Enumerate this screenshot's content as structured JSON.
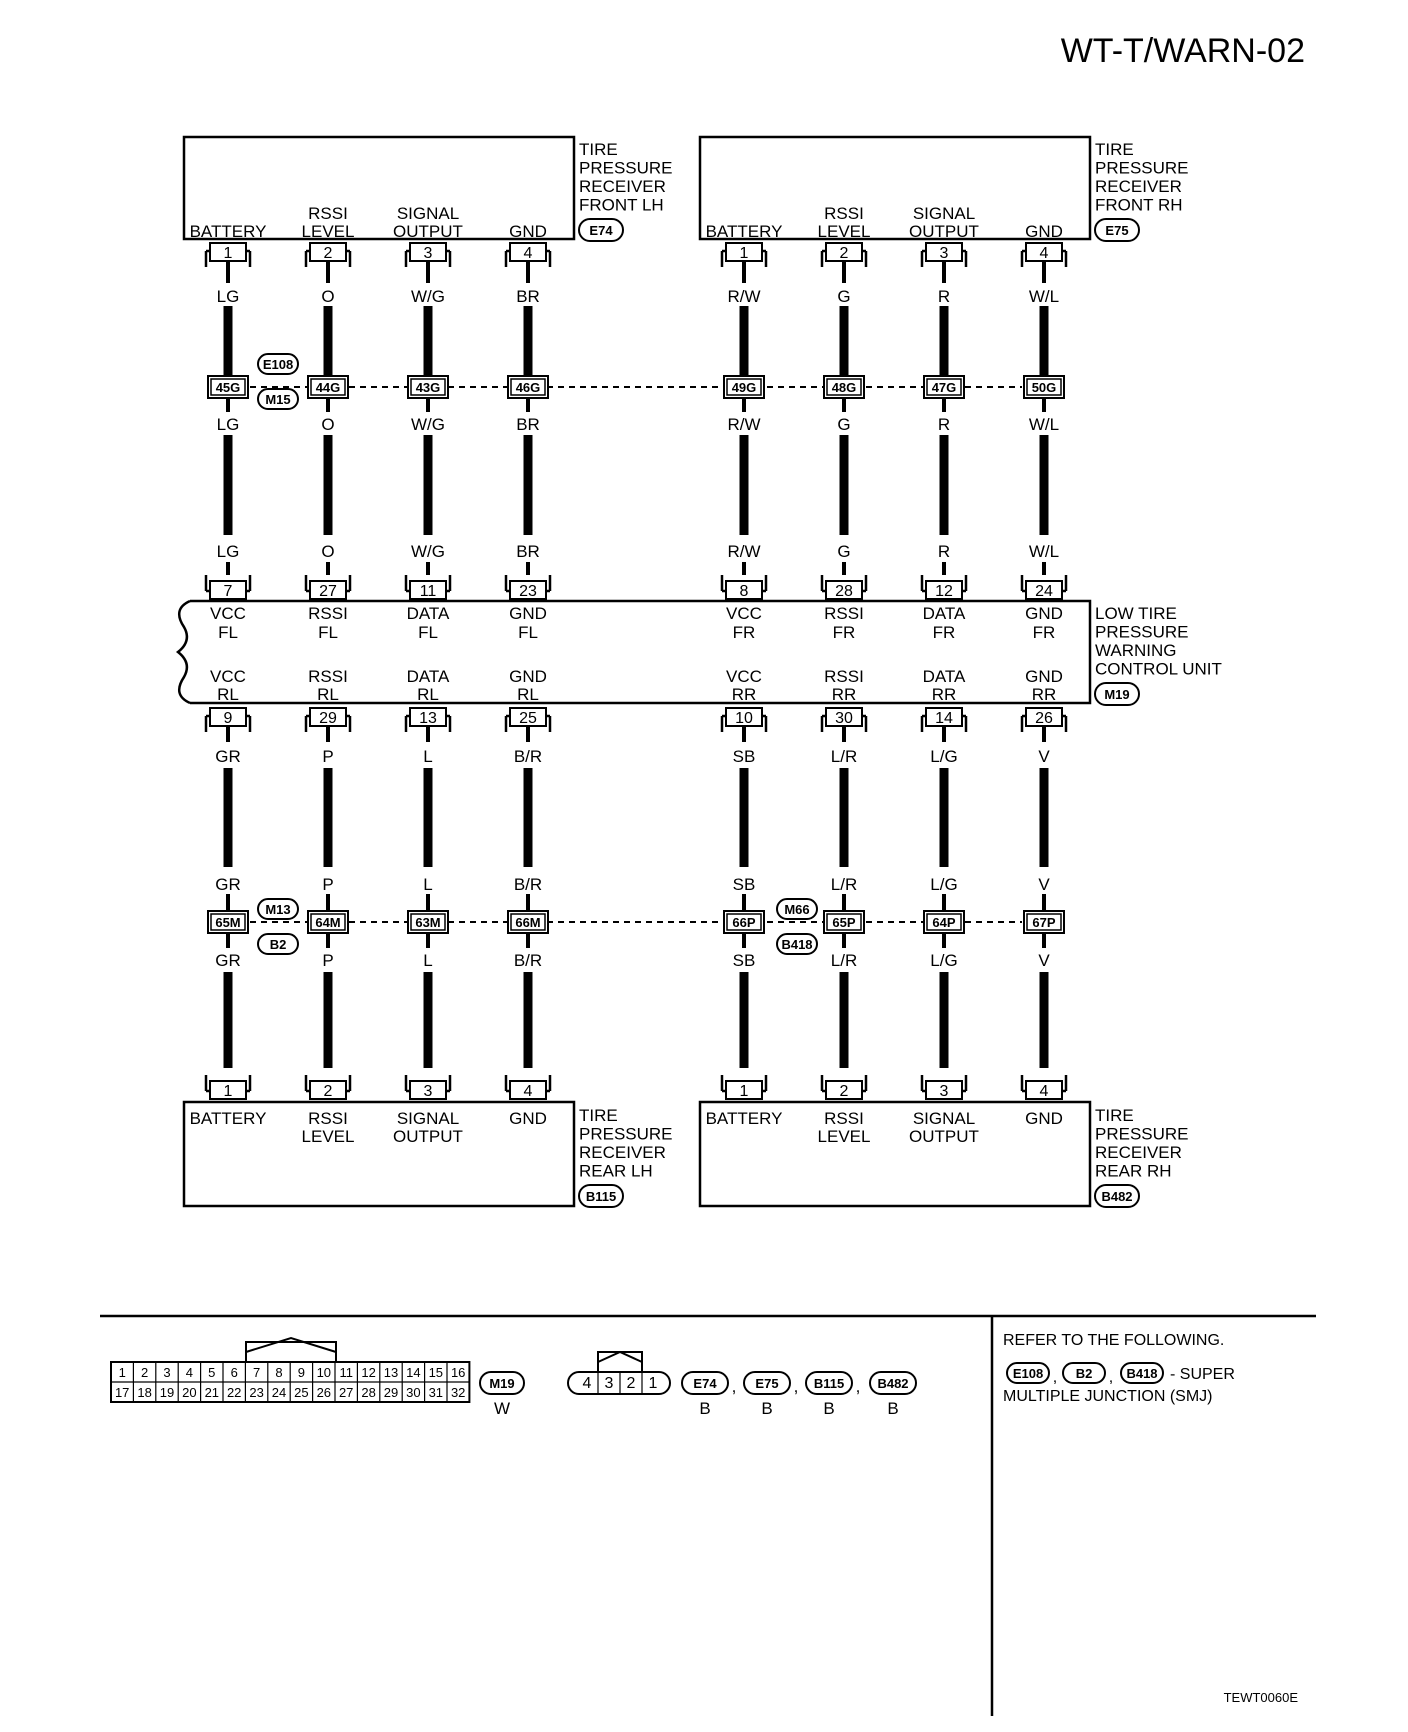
{
  "page": {
    "code": "WT-T/WARN-02",
    "figure_id": "TEWT0060E"
  },
  "receivers": {
    "front_lh": {
      "name": [
        "TIRE",
        "PRESSURE",
        "RECEIVER",
        "FRONT LH"
      ],
      "connector": "E74",
      "pins": [
        {
          "label": [
            "BATTERY"
          ],
          "num": "1"
        },
        {
          "label": [
            "RSSI",
            "LEVEL"
          ],
          "num": "2"
        },
        {
          "label": [
            "SIGNAL",
            "OUTPUT"
          ],
          "num": "3"
        },
        {
          "label": [
            "GND"
          ],
          "num": "4"
        }
      ]
    },
    "front_rh": {
      "name": [
        "TIRE",
        "PRESSURE",
        "RECEIVER",
        "FRONT RH"
      ],
      "connector": "E75",
      "pins": [
        {
          "label": [
            "BATTERY"
          ],
          "num": "1"
        },
        {
          "label": [
            "RSSI",
            "LEVEL"
          ],
          "num": "2"
        },
        {
          "label": [
            "SIGNAL",
            "OUTPUT"
          ],
          "num": "3"
        },
        {
          "label": [
            "GND"
          ],
          "num": "4"
        }
      ]
    },
    "rear_lh": {
      "name": [
        "TIRE",
        "PRESSURE",
        "RECEIVER",
        "REAR LH"
      ],
      "connector": "B115",
      "pins": [
        {
          "label": [
            "BATTERY"
          ],
          "num": "1"
        },
        {
          "label": [
            "RSSI",
            "LEVEL"
          ],
          "num": "2"
        },
        {
          "label": [
            "SIGNAL",
            "OUTPUT"
          ],
          "num": "3"
        },
        {
          "label": [
            "GND"
          ],
          "num": "4"
        }
      ]
    },
    "rear_rh": {
      "name": [
        "TIRE",
        "PRESSURE",
        "RECEIVER",
        "REAR RH"
      ],
      "connector": "B482",
      "pins": [
        {
          "label": [
            "BATTERY"
          ],
          "num": "1"
        },
        {
          "label": [
            "RSSI",
            "LEVEL"
          ],
          "num": "2"
        },
        {
          "label": [
            "SIGNAL",
            "OUTPUT"
          ],
          "num": "3"
        },
        {
          "label": [
            "GND"
          ],
          "num": "4"
        }
      ]
    }
  },
  "control_unit": {
    "name": [
      "LOW TIRE",
      "PRESSURE",
      "WARNING",
      "CONTROL UNIT"
    ],
    "connector": "M19",
    "top_pins": [
      "7",
      "27",
      "11",
      "23",
      "8",
      "28",
      "12",
      "24"
    ],
    "bottom_pins": [
      "9",
      "29",
      "13",
      "25",
      "10",
      "30",
      "14",
      "26"
    ],
    "top_labels": [
      [
        "VCC",
        "FL"
      ],
      [
        "RSSI",
        "FL"
      ],
      [
        "DATA",
        "FL"
      ],
      [
        "GND",
        "FL"
      ],
      [
        "VCC",
        "FR"
      ],
      [
        "RSSI",
        "FR"
      ],
      [
        "DATA",
        "FR"
      ],
      [
        "GND",
        "FR"
      ]
    ],
    "bottom_labels": [
      [
        "VCC",
        "RL"
      ],
      [
        "RSSI",
        "RL"
      ],
      [
        "DATA",
        "RL"
      ],
      [
        "GND",
        "RL"
      ],
      [
        "VCC",
        "RR"
      ],
      [
        "RSSI",
        "RR"
      ],
      [
        "DATA",
        "RR"
      ],
      [
        "GND",
        "RR"
      ]
    ]
  },
  "front_wire_colors": [
    "LG",
    "O",
    "W/G",
    "BR",
    "R/W",
    "G",
    "R",
    "W/L"
  ],
  "rear_wire_colors": [
    "GR",
    "P",
    "L",
    "B/R",
    "SB",
    "L/R",
    "L/G",
    "V"
  ],
  "front_joint_terminals": [
    "45G",
    "44G",
    "43G",
    "46G",
    "49G",
    "48G",
    "47G",
    "50G"
  ],
  "rear_joint_terminals": [
    "65M",
    "64M",
    "63M",
    "66M",
    "66P",
    "65P",
    "64P",
    "67P"
  ],
  "joints": {
    "front_left": [
      "E108",
      "M15"
    ],
    "rear_left": [
      "M13",
      "B2"
    ],
    "rear_right": [
      "M66",
      "B418"
    ]
  },
  "legend": {
    "m19_top_row": [
      "1",
      "2",
      "3",
      "4",
      "5",
      "6",
      "7",
      "8",
      "9",
      "10",
      "11",
      "12",
      "13",
      "14",
      "15",
      "16"
    ],
    "m19_bottom_row": [
      "17",
      "18",
      "19",
      "20",
      "21",
      "22",
      "23",
      "24",
      "25",
      "26",
      "27",
      "28",
      "29",
      "30",
      "31",
      "32"
    ],
    "m19_tag": "M19",
    "m19_color": "W",
    "small_connector": [
      "4",
      "3",
      "2",
      "1"
    ],
    "small_tags": [
      {
        "tag": "E74",
        "color": "B"
      },
      {
        "tag": "E75",
        "color": "B"
      },
      {
        "tag": "B115",
        "color": "B"
      },
      {
        "tag": "B482",
        "color": "B"
      }
    ],
    "tag_separator": ",",
    "refer_text": "REFER TO THE FOLLOWING.",
    "refer_tags": [
      "E108",
      "B2",
      "B418"
    ],
    "refer_suffix": "- SUPER",
    "refer_line2": "MULTIPLE JUNCTION (SMJ)"
  }
}
